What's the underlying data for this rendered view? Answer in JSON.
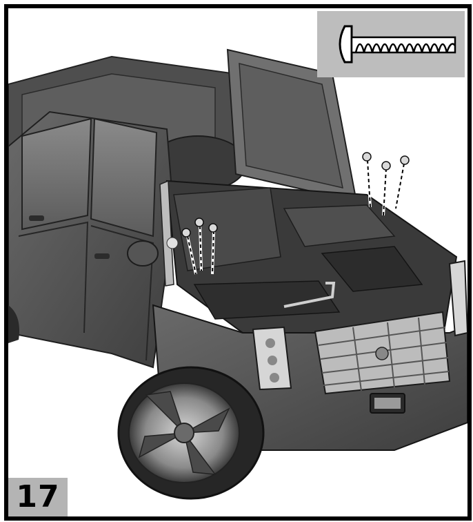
{
  "step": {
    "number": "17"
  },
  "illustration": {
    "subject": "toy-vehicle-open-hood-assembly",
    "screw_count": 6
  },
  "callout": {
    "icon": "screw-icon"
  },
  "colors": {
    "border": "#000000",
    "callout_bg": "#bdbdbd",
    "step_bg": "#b4b4b4"
  }
}
